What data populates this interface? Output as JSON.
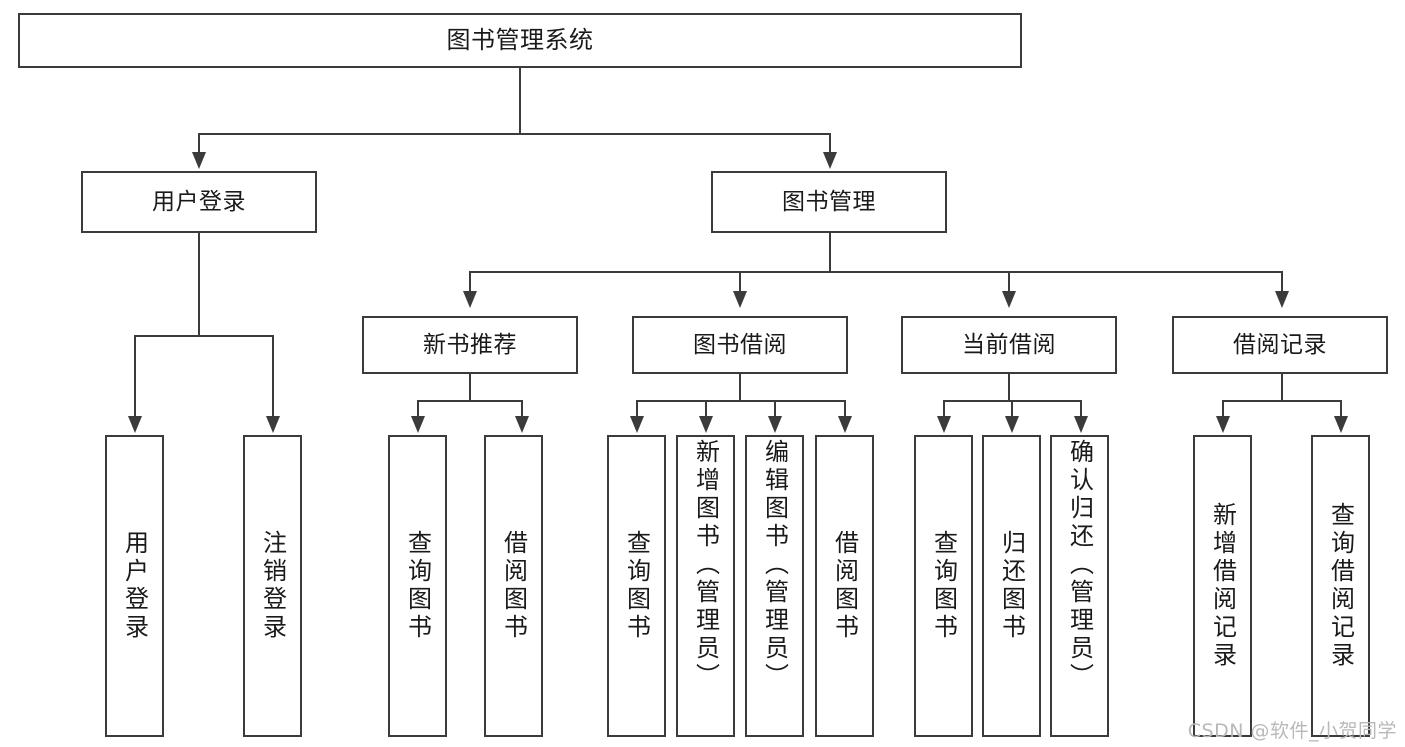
{
  "diagram": {
    "title": "图书管理系统",
    "type": "hierarchy-tree",
    "levels": 4,
    "root": {
      "label": "图书管理系统"
    },
    "level2": [
      {
        "label": "用户登录"
      },
      {
        "label": "图书管理"
      }
    ],
    "level3": [
      {
        "label": "新书推荐"
      },
      {
        "label": "图书借阅"
      },
      {
        "label": "当前借阅"
      },
      {
        "label": "借阅记录"
      }
    ],
    "leaves": {
      "user_login": [
        {
          "label": "用户登录"
        },
        {
          "label": "注销登录"
        }
      ],
      "new_book_recommend": [
        {
          "label": "查询图书"
        },
        {
          "label": "借阅图书"
        }
      ],
      "book_borrow": [
        {
          "label": "查询图书"
        },
        {
          "label": "新增图书（管理员）"
        },
        {
          "label": "编辑图书（管理员）"
        },
        {
          "label": "借阅图书"
        }
      ],
      "current_borrow": [
        {
          "label": "查询图书"
        },
        {
          "label": "归还图书"
        },
        {
          "label": "确认归还（管理员）"
        }
      ],
      "borrow_record": [
        {
          "label": "新增借阅记录"
        },
        {
          "label": "查询借阅记录"
        }
      ]
    }
  },
  "watermark": {
    "text": "CSDN @软件_小贺同学"
  },
  "colors": {
    "stroke": "#3b3b3b",
    "text": "#1a1a1a",
    "background": "#ffffff",
    "watermark": "#b9b9b9"
  }
}
